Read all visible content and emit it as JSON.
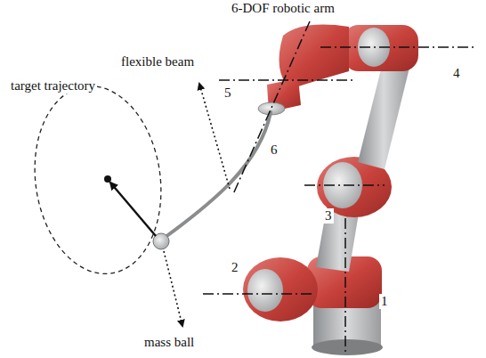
{
  "diagram": {
    "labels": [
      "6-DOF robotic arm",
      "flexible beam",
      "target trajectory",
      "mass ball",
      "1",
      "2",
      "3",
      "4",
      "5",
      "6"
    ]
  }
}
